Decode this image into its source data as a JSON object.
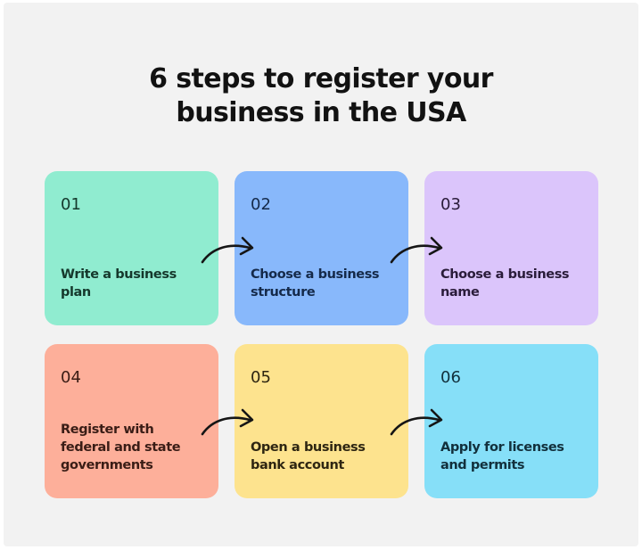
{
  "title": {
    "line1": "6 steps to register your",
    "line2": "business in the USA"
  },
  "steps": [
    {
      "number": "01",
      "label_line1": "Write a business",
      "label_line2": "plan",
      "label_line3": "",
      "bg": "#90ecd0",
      "text_color": "#15382c"
    },
    {
      "number": "02",
      "label_line1": "Choose a business",
      "label_line2": "structure",
      "label_line3": "",
      "bg": "#88b8fb",
      "text_color": "#152a4a"
    },
    {
      "number": "03",
      "label_line1": "Choose a business",
      "label_line2": "name",
      "label_line3": "",
      "bg": "#dbc5fb",
      "text_color": "#2a1c3a"
    },
    {
      "number": "04",
      "label_line1": "Register with",
      "label_line2": "federal and state",
      "label_line3": "governments",
      "bg": "#fdaf9a",
      "text_color": "#3a1d16"
    },
    {
      "number": "05",
      "label_line1": "Open a business",
      "label_line2": "bank account",
      "label_line3": "",
      "bg": "#fde38e",
      "text_color": "#2e2612"
    },
    {
      "number": "06",
      "label_line1": "Apply for licenses",
      "label_line2": "and permits",
      "label_line3": "",
      "bg": "#86dff8",
      "text_color": "#12303c"
    }
  ],
  "arrows": [
    {
      "from": "01",
      "to": "02"
    },
    {
      "from": "02",
      "to": "03"
    },
    {
      "from": "04",
      "to": "05"
    },
    {
      "from": "05",
      "to": "06"
    }
  ],
  "colors": {
    "background": "#f2f2f2",
    "title": "#121212",
    "arrow": "#151515"
  }
}
